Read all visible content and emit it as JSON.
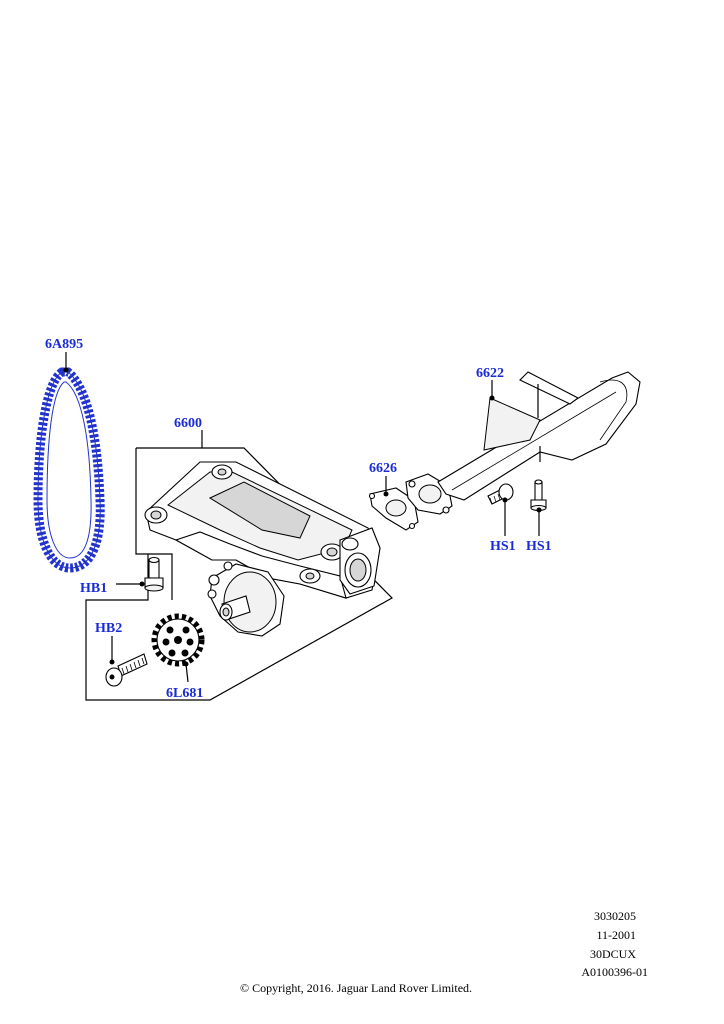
{
  "callouts": {
    "chain": "6A895",
    "pump": "6600",
    "pickup_tube": "6622",
    "gasket": "6626",
    "bolt_hs1_left": "HS1",
    "bolt_hs1_right": "HS1",
    "bolt_hb1": "HB1",
    "bolt_hb2": "HB2",
    "sprocket": "6L681"
  },
  "meta": {
    "line1": "3030205",
    "line2": "11-2001",
    "line3": "30DCUX",
    "line4": "A0100396-01"
  },
  "copyright": "© Copyright, 2016. Jaguar Land Rover Limited.",
  "colors": {
    "callout": "#1a2bd6",
    "chain": "#2233cc",
    "line": "#000000"
  }
}
